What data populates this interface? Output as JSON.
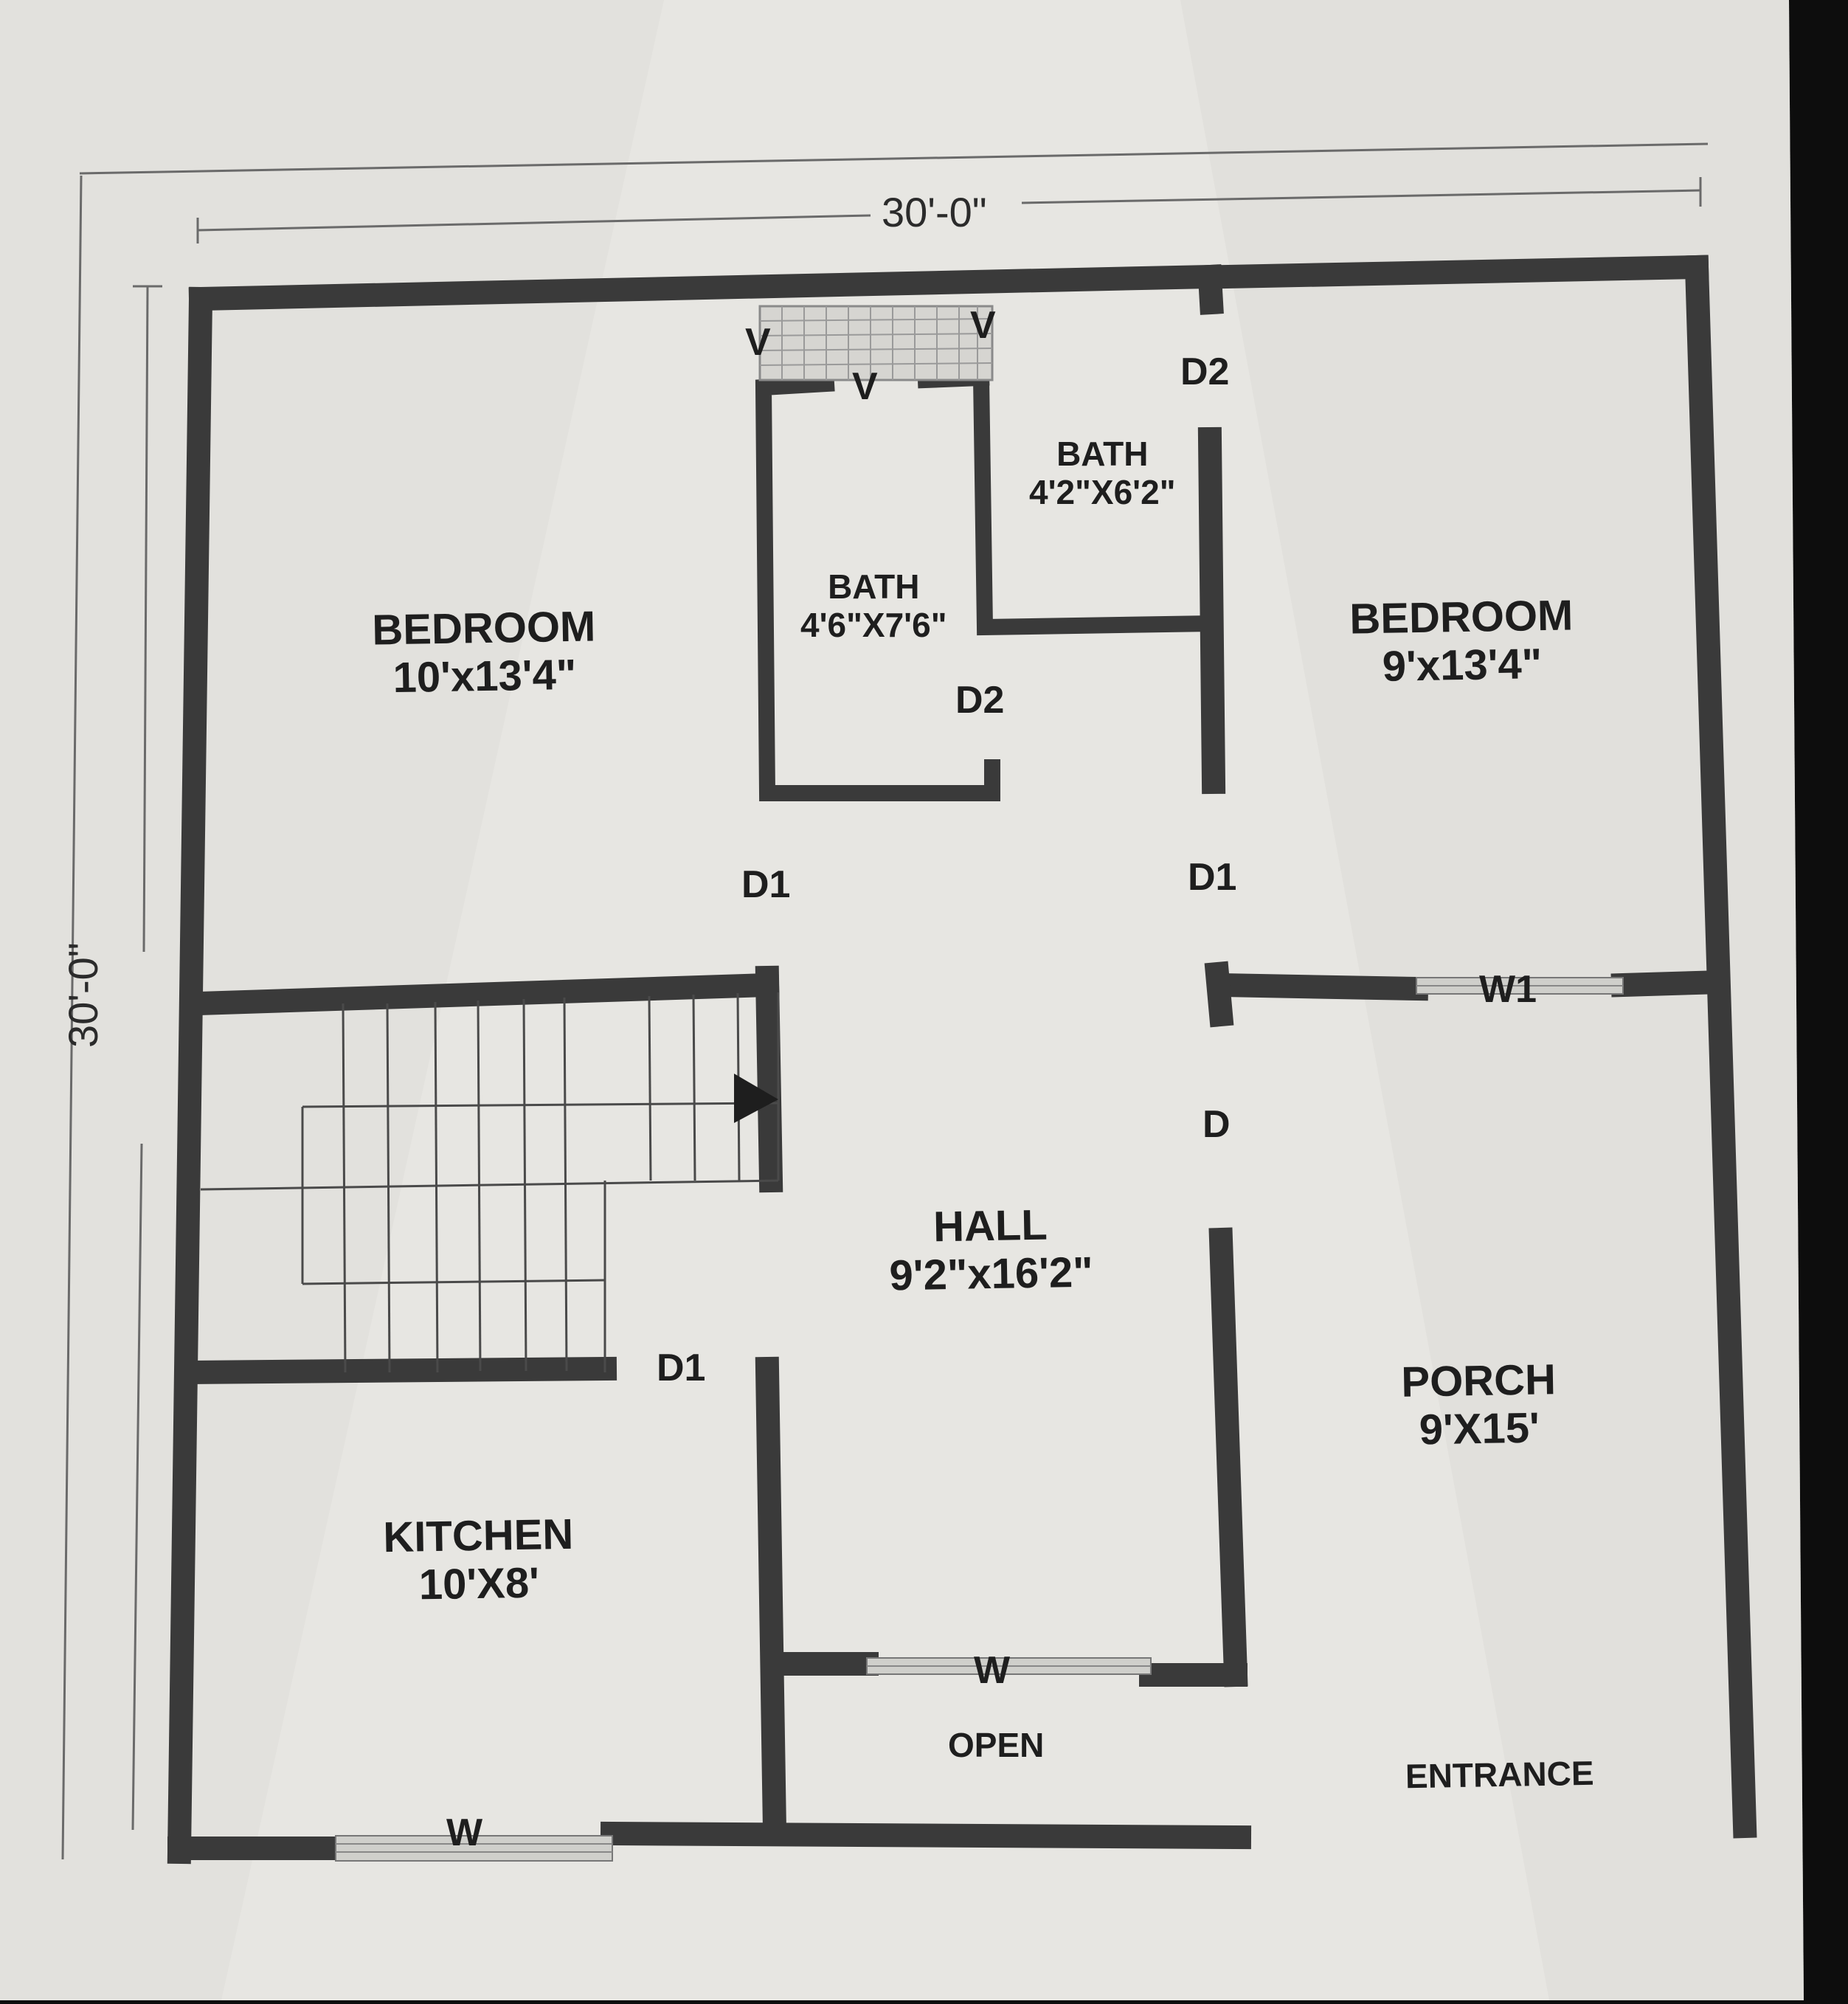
{
  "dimensions": {
    "width": "30'-0\"",
    "height": "30'-0\""
  },
  "rooms": {
    "bedroom_left": {
      "name": "BEDROOM",
      "size": "10'x13'4\""
    },
    "bedroom_right": {
      "name": "BEDROOM",
      "size": "9'x13'4\""
    },
    "bath_left": {
      "name": "BATH",
      "size": "4'6\"X7'6\""
    },
    "bath_right": {
      "name": "BATH",
      "size": "4'2\"X6'2\""
    },
    "hall": {
      "name": "HALL",
      "size": "9'2\"x16'2\""
    },
    "kitchen": {
      "name": "KITCHEN",
      "size": "10'X8'"
    },
    "porch": {
      "name": "PORCH",
      "size": "9'X15'"
    }
  },
  "markers": {
    "v1": "V",
    "v2": "V",
    "v3": "V",
    "d2_top": "D2",
    "d2_bath": "D2",
    "d1_left": "D1",
    "d1_right": "D1",
    "d1_kitchen": "D1",
    "d_porch": "D",
    "w1": "W1",
    "w_hall": "W",
    "w_kitchen": "W"
  },
  "areas": {
    "open": "OPEN",
    "entrance": "ENTRANCE"
  },
  "colors": {
    "paper": "#e7e6e2",
    "wall": "#3a3a3a",
    "background": "#0d0d0d"
  }
}
